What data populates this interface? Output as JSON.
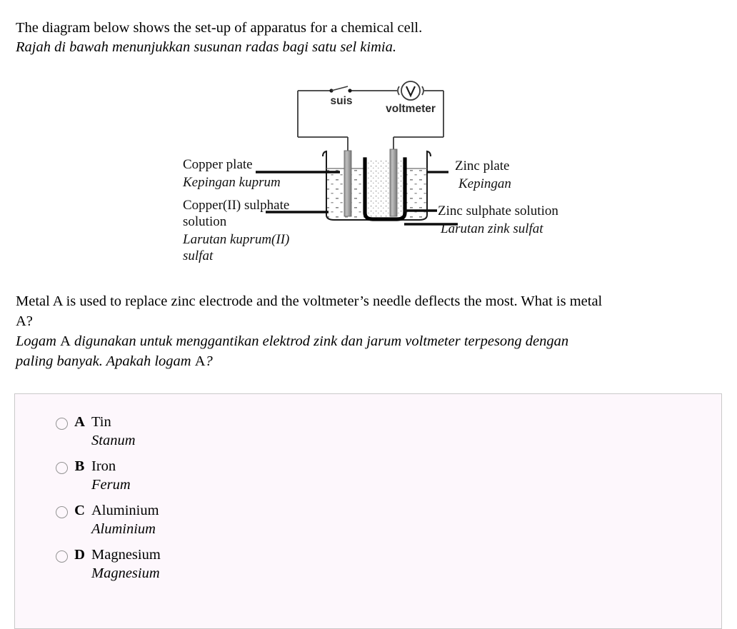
{
  "intro": {
    "line_en": "The diagram below shows the set-up of apparatus for a chemical cell.",
    "line_ms": "Rajah di bawah menunjukkan susunan radas bagi satu sel kimia."
  },
  "diagram": {
    "title": "chemical-cell-apparatus",
    "switch_label": "suis",
    "voltmeter_symbol": "V",
    "voltmeter_label": "voltmeter",
    "labels": {
      "left_top_en": "Copper plate",
      "left_top_ms": "Kepingan kuprum",
      "left_bottom_en_1": "Copper(II) sulphate",
      "left_bottom_en_2": "solution",
      "left_bottom_ms_1": "Larutan kuprum(II)",
      "left_bottom_ms_2": "sulfat",
      "right_top_en": "Zinc plate",
      "right_top_ms": "Kepingan",
      "right_bottom_en": "Zinc sulphate solution",
      "right_bottom_ms": "Larutan zink sulfat"
    },
    "colors": {
      "outline": "#1a1a1a",
      "electrode": "#9b9b9b",
      "porous_pot": "#000000",
      "solution_stipple": "#8a8a8a"
    }
  },
  "question": {
    "en_line1": "Metal A is used to replace zinc electrode and the voltmeter’s needle deflects the most. What is metal",
    "en_line2": "A?",
    "ms_line1_a": "Logam ",
    "ms_line1_b": "A",
    "ms_line1_c": " digunakan untuk menggantikan elektrod zink dan jarum voltmeter terpesong dengan",
    "ms_line2_a": "paling banyak. Apakah logam ",
    "ms_line2_b": "A",
    "ms_line2_c": "?"
  },
  "answers": {
    "background": "#fdf7fc",
    "border": "#c9c9c9",
    "options": [
      {
        "letter": "A",
        "en": "Tin",
        "ms": "Stanum",
        "selected": false
      },
      {
        "letter": "B",
        "en": "Iron",
        "ms": "Ferum",
        "selected": false
      },
      {
        "letter": "C",
        "en": "Aluminium",
        "ms": "Aluminium",
        "selected": false
      },
      {
        "letter": "D",
        "en": "Magnesium",
        "ms": "Magnesium",
        "selected": false
      }
    ]
  }
}
